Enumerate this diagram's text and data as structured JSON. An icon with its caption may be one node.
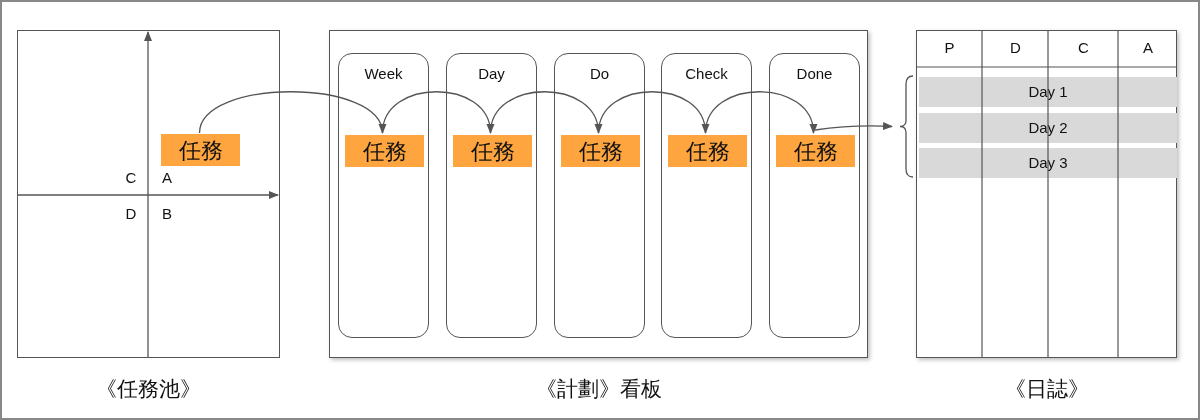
{
  "diagram": {
    "nodes": [
      {
        "text": [
          "《任務池》"
        ]
      },
      {
        "text": [
          "任務"
        ],
        "in": 0
      },
      {
        "text": [
          "《計劃》看板"
        ]
      },
      {
        "text": [
          "Week"
        ],
        "in": 2
      },
      {
        "text": [
          "Day"
        ],
        "in": 2
      },
      {
        "text": [
          "Do"
        ],
        "in": 2
      },
      {
        "text": [
          "Check"
        ],
        "in": 2
      },
      {
        "text": [
          "Done"
        ],
        "in": 2
      },
      {
        "text": [
          "任務"
        ],
        "in": 3
      },
      {
        "text": [
          "任務"
        ],
        "in": 4
      },
      {
        "text": [
          "任務"
        ],
        "in": 5
      },
      {
        "text": [
          "任務"
        ],
        "in": 6
      },
      {
        "text": [
          "任務"
        ],
        "in": 7
      },
      {
        "text": [
          "《日誌》"
        ]
      },
      {
        "text": [
          "Day 1"
        ],
        "in": 13
      },
      {
        "text": [
          "Day 2"
        ],
        "in": 13
      },
      {
        "text": [
          "Day 3"
        ],
        "in": 13
      },
      {
        "text": [],
        "shape": "bracket"
      }
    ],
    "edges": [
      {
        "from": 1,
        "to": 8,
        "arrow": "to"
      },
      {
        "from": 8,
        "to": 9,
        "arrow": "to"
      },
      {
        "from": 9,
        "to": 10,
        "arrow": "to"
      },
      {
        "from": 10,
        "to": 11,
        "arrow": "to"
      },
      {
        "from": 11,
        "to": 12,
        "arrow": "to"
      },
      {
        "from": 12,
        "to": 17,
        "arrow": "to"
      }
    ],
    "labels": [
      "C",
      "A",
      "D",
      "B",
      "P",
      "D",
      "C",
      "A"
    ]
  }
}
